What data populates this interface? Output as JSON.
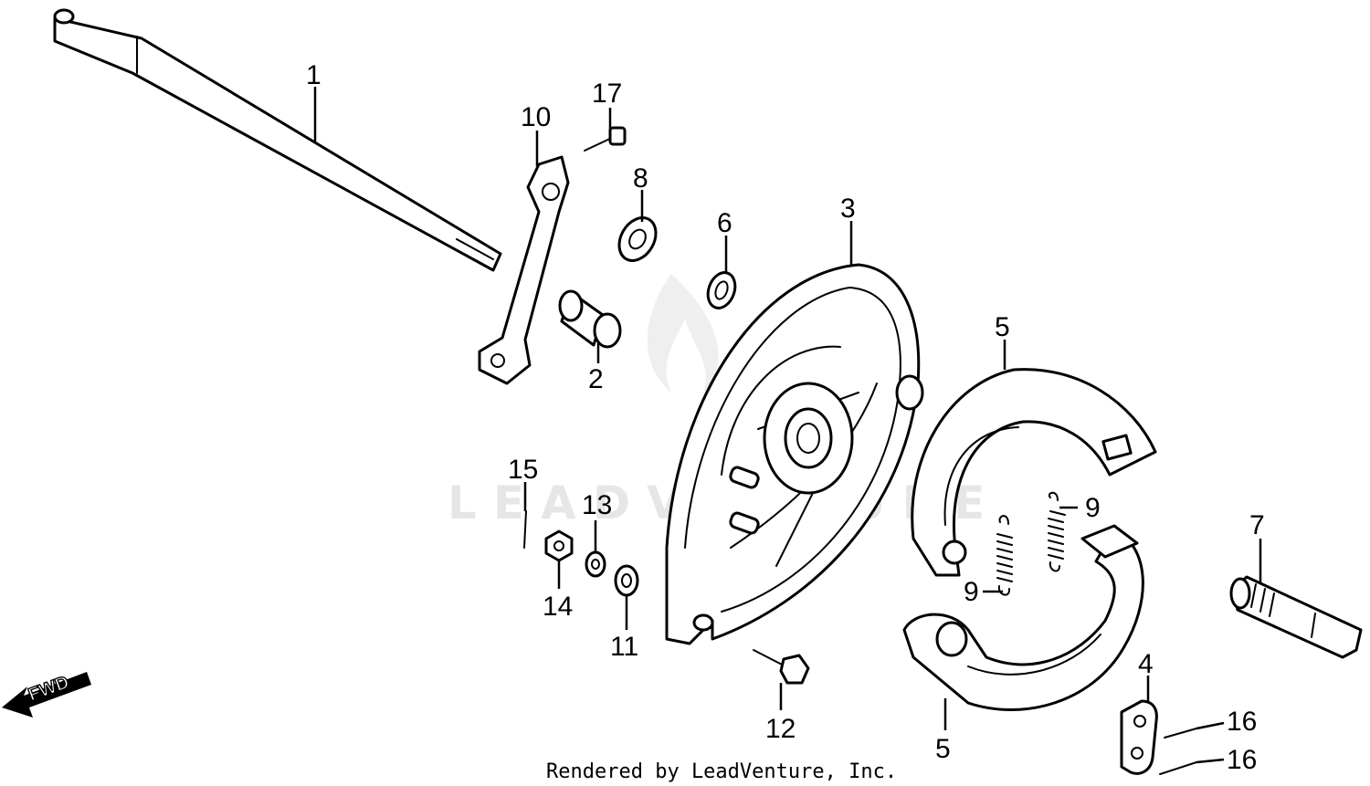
{
  "diagram": {
    "callouts": [
      {
        "id": "1",
        "label": "1"
      },
      {
        "id": "2",
        "label": "2"
      },
      {
        "id": "3",
        "label": "3"
      },
      {
        "id": "4",
        "label": "4"
      },
      {
        "id": "5a",
        "label": "5"
      },
      {
        "id": "5b",
        "label": "5"
      },
      {
        "id": "6",
        "label": "6"
      },
      {
        "id": "7",
        "label": "7"
      },
      {
        "id": "8",
        "label": "8"
      },
      {
        "id": "9a",
        "label": "9"
      },
      {
        "id": "9b",
        "label": "9"
      },
      {
        "id": "10",
        "label": "10"
      },
      {
        "id": "11",
        "label": "11"
      },
      {
        "id": "12",
        "label": "12"
      },
      {
        "id": "13",
        "label": "13"
      },
      {
        "id": "14",
        "label": "14"
      },
      {
        "id": "15",
        "label": "15"
      },
      {
        "id": "16a",
        "label": "16"
      },
      {
        "id": "16b",
        "label": "16"
      },
      {
        "id": "17",
        "label": "17"
      }
    ],
    "direction_label": "FWD",
    "watermark": "LEADVENTURE",
    "credit": "Rendered by LeadVenture, Inc."
  }
}
